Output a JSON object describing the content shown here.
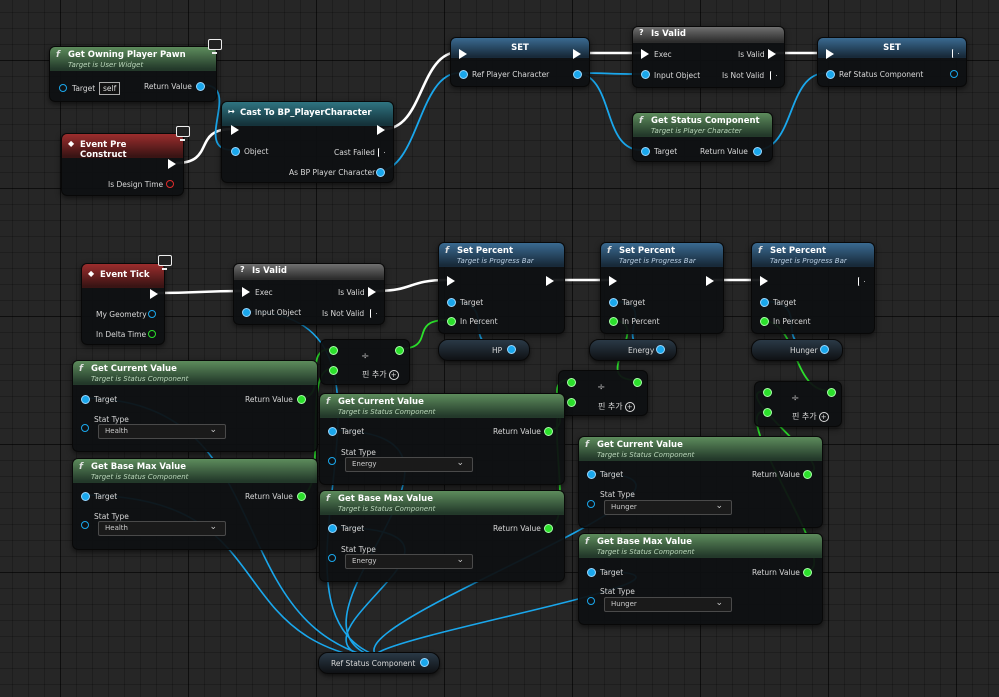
{
  "nodes": {
    "get_owning_player_pawn": {
      "title": "Get Owning Player Pawn",
      "subtitle": "Target is User Widget",
      "target_label": "Target",
      "target_value": "self",
      "return_label": "Return Value"
    },
    "event_pre_construct": {
      "title": "Event Pre Construct",
      "is_design_time": "Is Design Time"
    },
    "cast_to": {
      "title": "Cast To BP_PlayerCharacter",
      "object_label": "Object",
      "cast_failed": "Cast Failed",
      "as_bp": "As BP Player Character"
    },
    "set1": {
      "title": "SET",
      "ref_label": "Ref Player Character"
    },
    "is_valid1": {
      "title": "Is Valid",
      "exec": "Exec",
      "is_valid": "Is Valid",
      "input_object": "Input Object",
      "is_not_valid": "Is Not Valid"
    },
    "set2": {
      "title": "SET",
      "ref_label": "Ref Status Component"
    },
    "get_status_component": {
      "title": "Get Status Component",
      "subtitle": "Target is Player Character",
      "target_label": "Target",
      "return_label": "Return Value"
    },
    "event_tick": {
      "title": "Event Tick",
      "my_geometry": "My Geometry",
      "in_delta_time": "In Delta Time"
    },
    "is_valid2": {
      "title": "Is Valid",
      "exec": "Exec",
      "is_valid": "Is Valid",
      "input_object": "Input Object",
      "is_not_valid": "Is Not Valid"
    },
    "set_percent_1": {
      "title": "Set Percent",
      "subtitle": "Target is Progress Bar",
      "target_label": "Target",
      "in_percent": "In Percent"
    },
    "set_percent_2": {
      "title": "Set Percent",
      "subtitle": "Target is Progress Bar",
      "target_label": "Target",
      "in_percent": "In Percent"
    },
    "set_percent_3": {
      "title": "Set Percent",
      "subtitle": "Target is Progress Bar",
      "target_label": "Target",
      "in_percent": "In Percent"
    },
    "hp_var": {
      "label": "HP"
    },
    "energy_var": {
      "label": "Energy"
    },
    "hunger_var": {
      "label": "Hunger"
    },
    "div1": {
      "symbol": "÷",
      "add_pin": "핀 추가"
    },
    "div2": {
      "symbol": "÷",
      "add_pin": "핀 추가"
    },
    "div3": {
      "symbol": "÷",
      "add_pin": "핀 추가"
    },
    "gcv_health": {
      "title": "Get Current Value",
      "subtitle": "Target is Status Component",
      "target_label": "Target",
      "return_label": "Return Value",
      "stat_label": "Stat Type",
      "stat_value": "Health"
    },
    "gbmv_health": {
      "title": "Get Base Max Value",
      "subtitle": "Target is Status Component",
      "target_label": "Target",
      "return_label": "Return Value",
      "stat_label": "Stat Type",
      "stat_value": "Health"
    },
    "gcv_energy": {
      "title": "Get Current Value",
      "subtitle": "Target is Status Component",
      "target_label": "Target",
      "return_label": "Return Value",
      "stat_label": "Stat Type",
      "stat_value": "Energy"
    },
    "gbmv_energy": {
      "title": "Get Base Max Value",
      "subtitle": "Target is Status Component",
      "target_label": "Target",
      "return_label": "Return Value",
      "stat_label": "Stat Type",
      "stat_value": "Energy"
    },
    "gcv_hunger": {
      "title": "Get Current Value",
      "subtitle": "Target is Status Component",
      "target_label": "Target",
      "return_label": "Return Value",
      "stat_label": "Stat Type",
      "stat_value": "Hunger"
    },
    "gbmv_hunger": {
      "title": "Get Base Max Value",
      "subtitle": "Target is Status Component",
      "target_label": "Target",
      "return_label": "Return Value",
      "stat_label": "Stat Type",
      "stat_value": "Hunger"
    },
    "ref_status_component_var": {
      "label": "Ref Status Component"
    }
  },
  "icons": {
    "function": "function-icon",
    "event": "event-icon",
    "cast": "cast-icon",
    "macro": "question-icon",
    "screen": "screen-icon"
  },
  "colors": {
    "exec_wire": "#ffffff",
    "object_wire": "#1aa7ec",
    "float_wire": "#2ce02c",
    "bool_pin": "#e02c2c",
    "function_header": "#5d8c5c",
    "event_header": "#9c2d2d",
    "cast_header": "#2f7481",
    "set_header": "#3a6a91"
  }
}
